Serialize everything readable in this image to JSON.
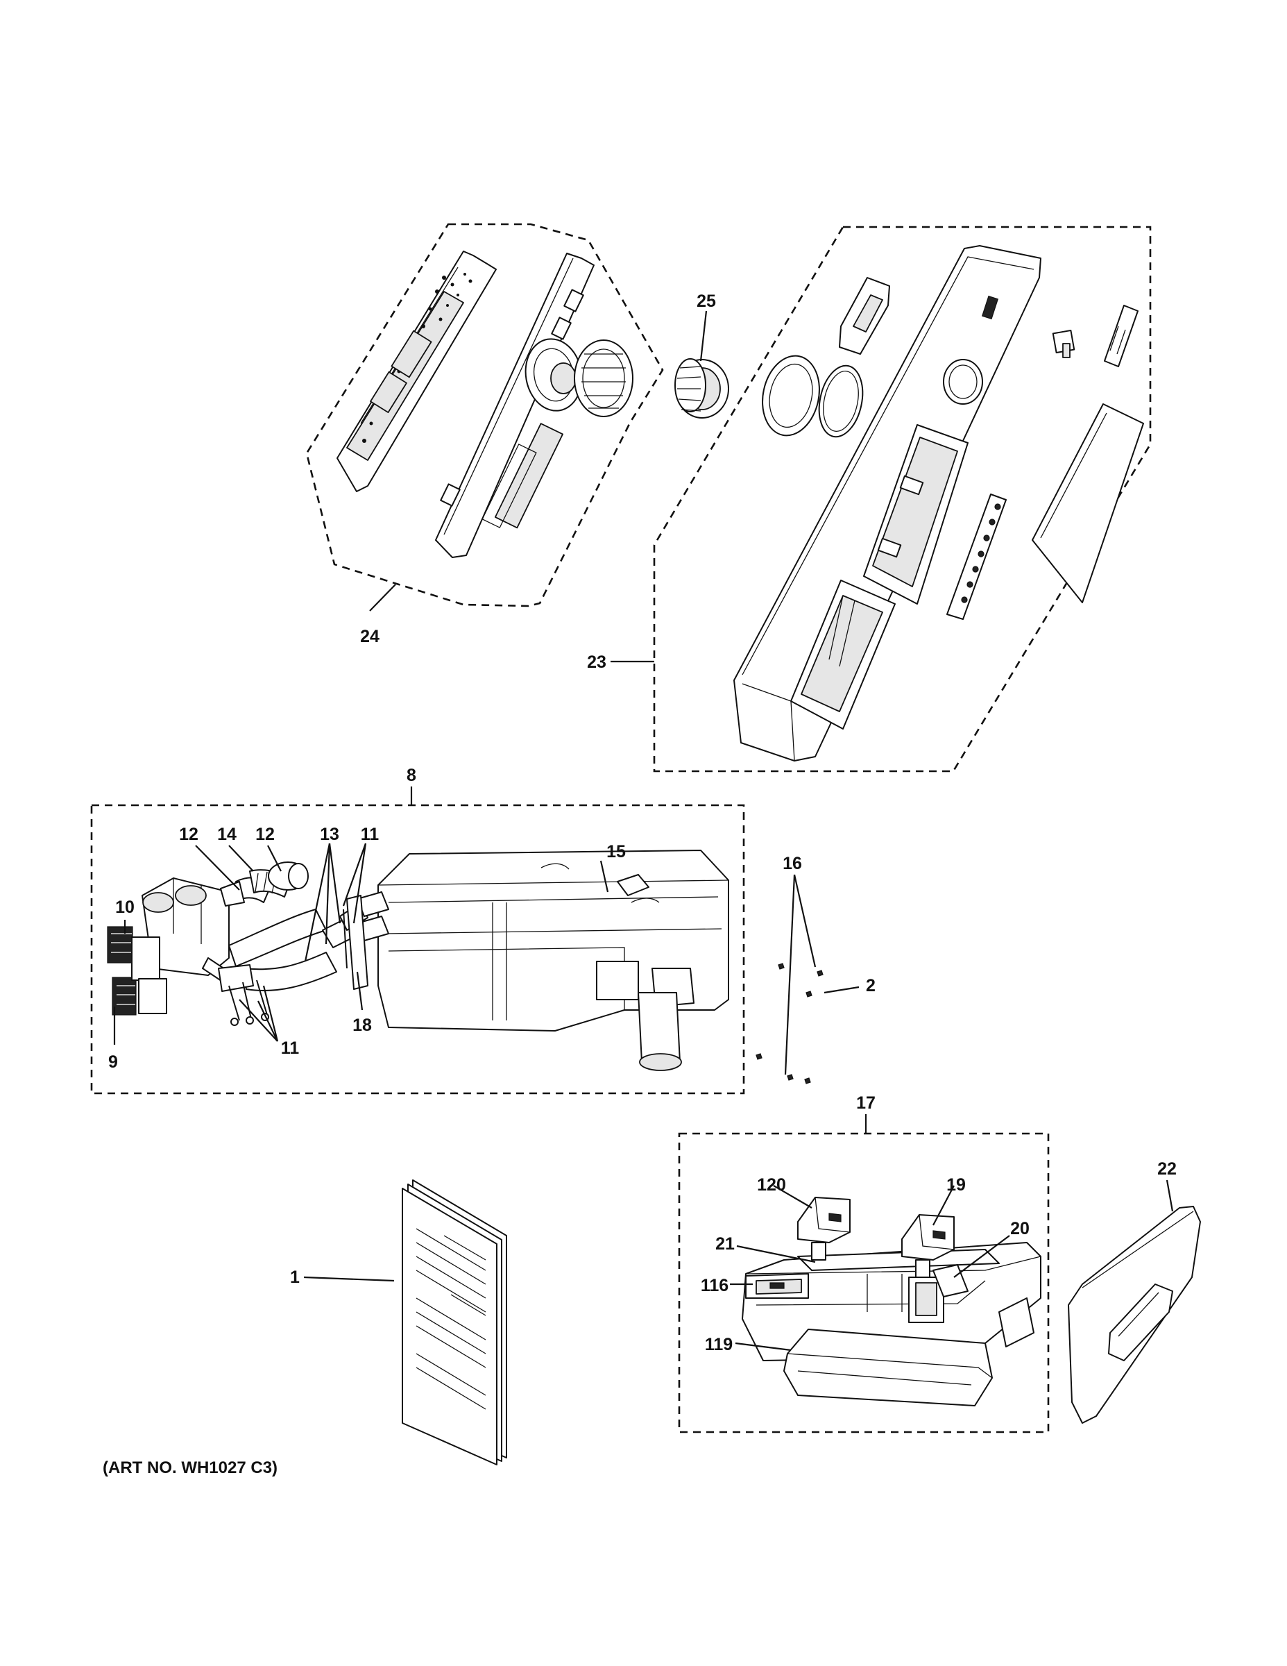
{
  "callouts": {
    "c1": "1",
    "c2": "2",
    "c8": "8",
    "c9": "9",
    "c10": "10",
    "c11a": "11",
    "c11b": "11",
    "c12a": "12",
    "c12b": "12",
    "c13": "13",
    "c14": "14",
    "c15": "15",
    "c16": "16",
    "c17": "17",
    "c18": "18",
    "c19": "19",
    "c20": "20",
    "c21": "21",
    "c22": "22",
    "c23": "23",
    "c24": "24",
    "c25": "25",
    "c116": "116",
    "c119": "119",
    "c120": "120"
  },
  "art_number": "(ART NO. WH1027 C3)",
  "colors": {
    "line": "#111111",
    "background": "#ffffff",
    "fill_light": "#e6e6e6"
  }
}
